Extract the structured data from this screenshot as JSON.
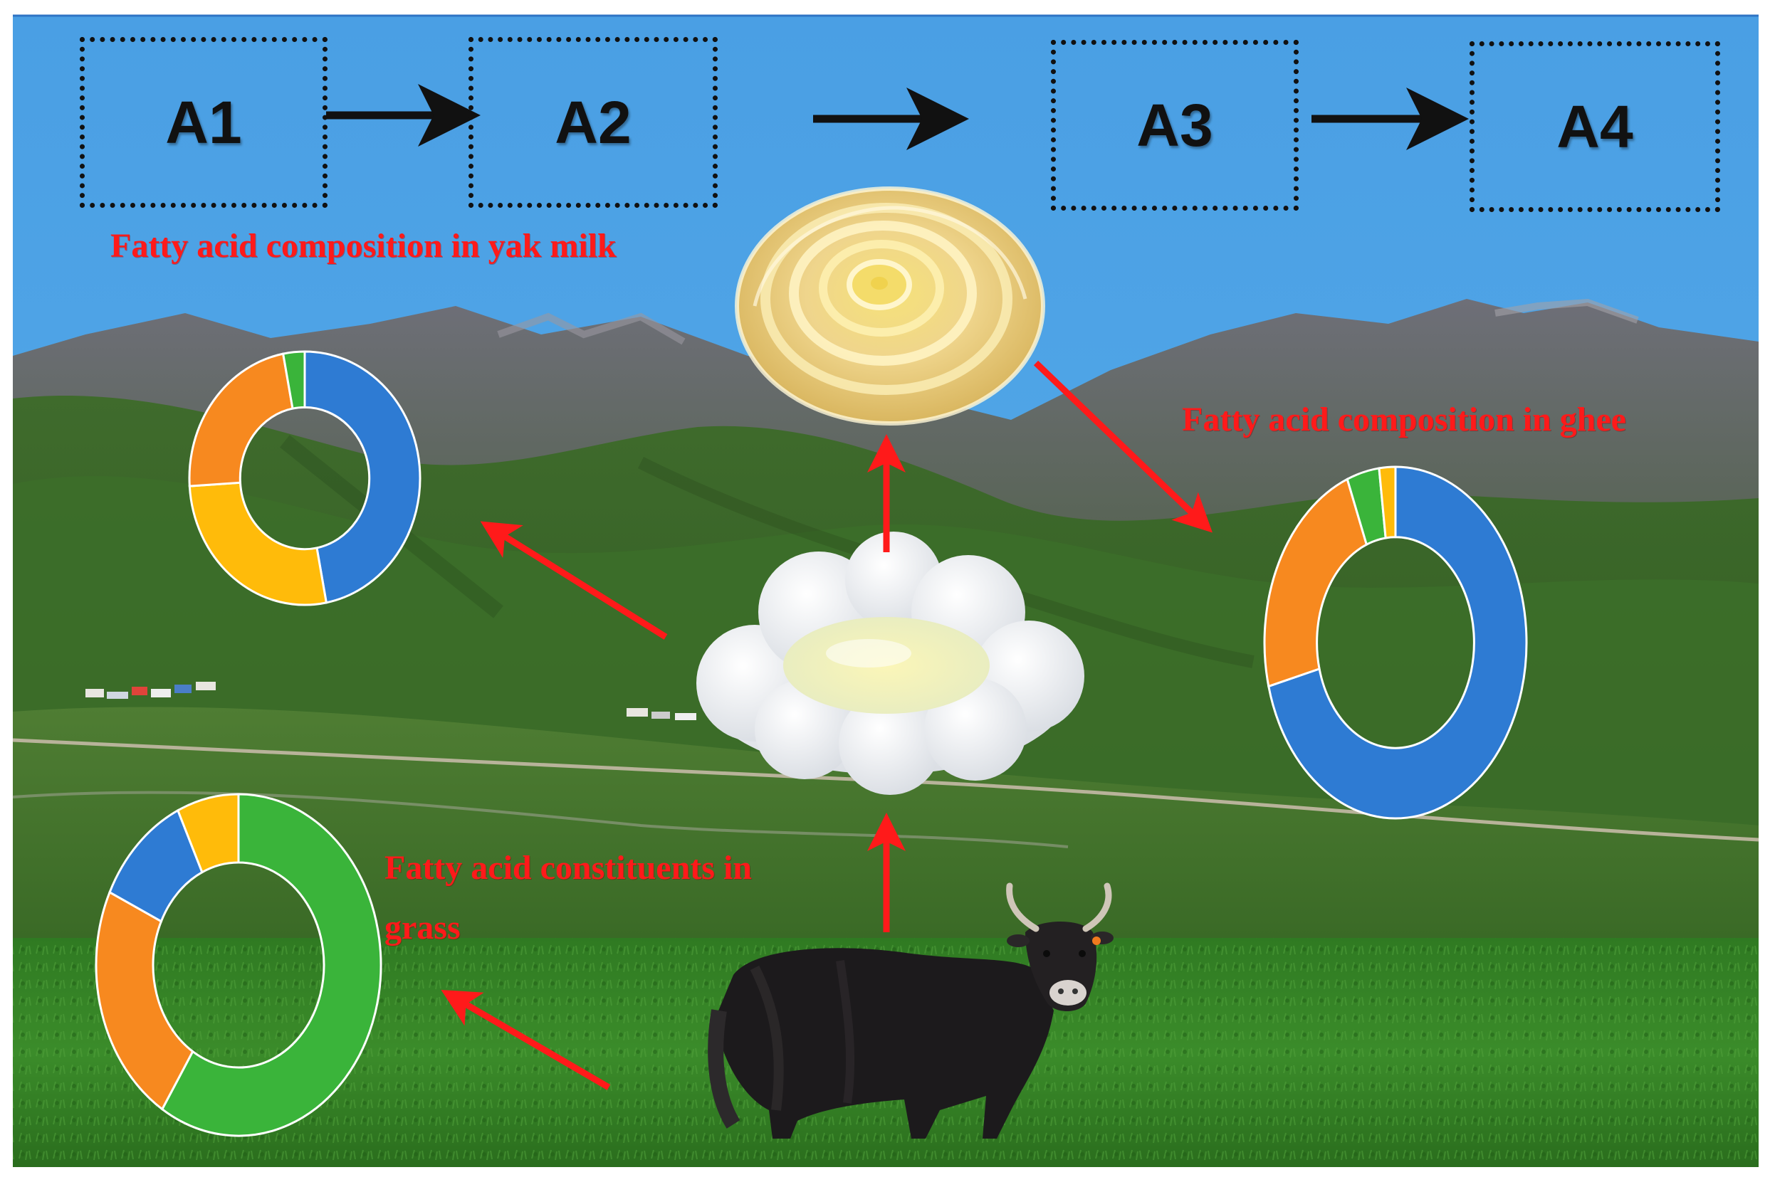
{
  "colors": {
    "sky": "#4a9fe4",
    "arrow_red": "#ff1a1a",
    "caption_red": "#ff1a1a",
    "box_border": "#111111",
    "donut_blue": "#2e7bd3",
    "donut_orange": "#f7891f",
    "donut_yellow": "#ffbb0a",
    "donut_green": "#3ab43a"
  },
  "steps": [
    {
      "label": "A1"
    },
    {
      "label": "A2"
    },
    {
      "label": "A3"
    },
    {
      "label": "A4"
    }
  ],
  "captions": {
    "yak_milk": "Fatty acid composition in yak milk",
    "ghee": "Fatty acid composition in ghee",
    "grass": "Fatty acid constituents in grass"
  },
  "icons": [
    "ghee-swirl-icon",
    "milk-cream-icon",
    "yak-icon",
    "mountain-landscape-icon"
  ],
  "donuts": {
    "yak_milk": {
      "segments": [
        {
          "color": "blue",
          "share": 47
        },
        {
          "color": "yellow",
          "share": 27
        },
        {
          "color": "orange",
          "share": 23
        },
        {
          "color": "green",
          "share": 3
        }
      ]
    },
    "ghee": {
      "segments": [
        {
          "color": "blue",
          "share": 71
        },
        {
          "color": "orange",
          "share": 23
        },
        {
          "color": "green",
          "share": 4
        },
        {
          "color": "yellow",
          "share": 2
        }
      ]
    },
    "grass": {
      "segments": [
        {
          "color": "green",
          "share": 59
        },
        {
          "color": "orange",
          "share": 23
        },
        {
          "color": "blue",
          "share": 11
        },
        {
          "color": "yellow",
          "share": 7
        }
      ]
    }
  }
}
